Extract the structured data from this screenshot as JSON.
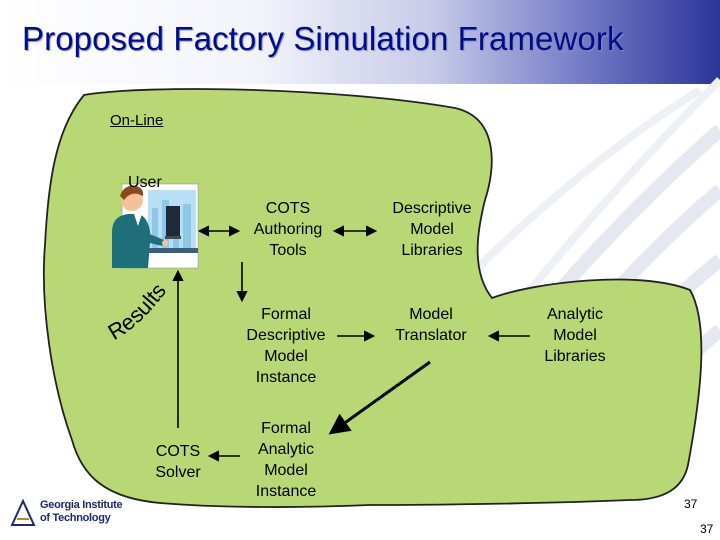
{
  "title": "Proposed Factory Simulation Framework",
  "diagram": {
    "online_label": "On-Line",
    "user_label": "User",
    "results_label": "Results",
    "nodes": {
      "cots_authoring": [
        "COTS",
        "Authoring",
        "Tools"
      ],
      "descriptive_libraries": [
        "Descriptive",
        "Model",
        "Libraries"
      ],
      "formal_descriptive": [
        "Formal",
        "Descriptive",
        "Model",
        "Instance"
      ],
      "model_translator": [
        "Model",
        "Translator"
      ],
      "analytic_libraries": [
        "Analytic",
        "Model",
        "Libraries"
      ],
      "cots_solver": [
        "COTS",
        "Solver"
      ],
      "formal_analytic": [
        "Formal",
        "Analytic",
        "Model",
        "Instance"
      ]
    }
  },
  "footer": {
    "logo_line1": "Georgia Institute",
    "logo_line2": "of Technology",
    "page_number_inner": "37",
    "page_number_outer": "37"
  },
  "colors": {
    "title": "#000d8a",
    "blob_fill": "#b7d874",
    "blob_stroke": "#222222"
  }
}
